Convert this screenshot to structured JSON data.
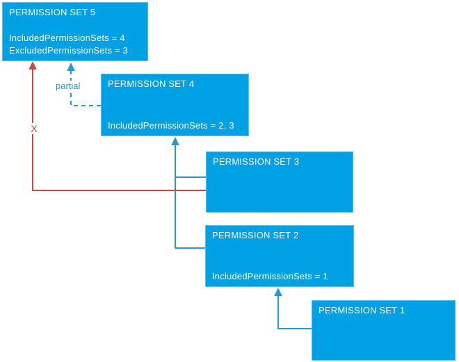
{
  "diagram": {
    "boxes": [
      {
        "id": "ps5",
        "title": "PERMISSION SET 5",
        "lines": [
          "IncludedPermissionSets = 4",
          "ExcludedPermissionSets = 3"
        ]
      },
      {
        "id": "ps4",
        "title": "PERMISSION SET 4",
        "lines": [
          "IncludedPermissionSets = 2, 3"
        ]
      },
      {
        "id": "ps3",
        "title": "PERMISSION SET 3",
        "lines": []
      },
      {
        "id": "ps2",
        "title": "PERMISSION SET 2",
        "lines": [
          "IncludedPermissionSets = 1"
        ]
      },
      {
        "id": "ps1",
        "title": "PERMISSION SET 1",
        "lines": []
      }
    ],
    "labels": {
      "partial": "partial",
      "excluded": "X"
    },
    "connectors": [
      {
        "from": "PERMISSION SET 1",
        "to": "PERMISSION SET 2",
        "style": "solid",
        "color": "#2598D8"
      },
      {
        "from": "PERMISSION SET 2",
        "to": "PERMISSION SET 4",
        "style": "solid",
        "color": "#2598D8"
      },
      {
        "from": "PERMISSION SET 3",
        "to": "PERMISSION SET 4",
        "style": "solid",
        "color": "#2598D8"
      },
      {
        "from": "PERMISSION SET 4",
        "to": "PERMISSION SET 5",
        "style": "dashed",
        "color": "#2598D8",
        "label": "partial"
      },
      {
        "from": "PERMISSION SET 3",
        "to": "PERMISSION SET 5",
        "style": "solid",
        "color": "#BE4B48",
        "label": "X"
      }
    ],
    "colors": {
      "box_fill": "#00A0E4",
      "box_text": "#FFFFFF",
      "blue_connector": "#2598D8",
      "red_connector": "#BE4B48"
    }
  }
}
